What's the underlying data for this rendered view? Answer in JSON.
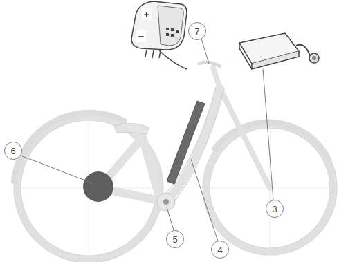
{
  "diagram": {
    "labels": [
      "7",
      "3",
      "6",
      "5",
      "4",
      "+",
      "−"
    ]
  }
}
